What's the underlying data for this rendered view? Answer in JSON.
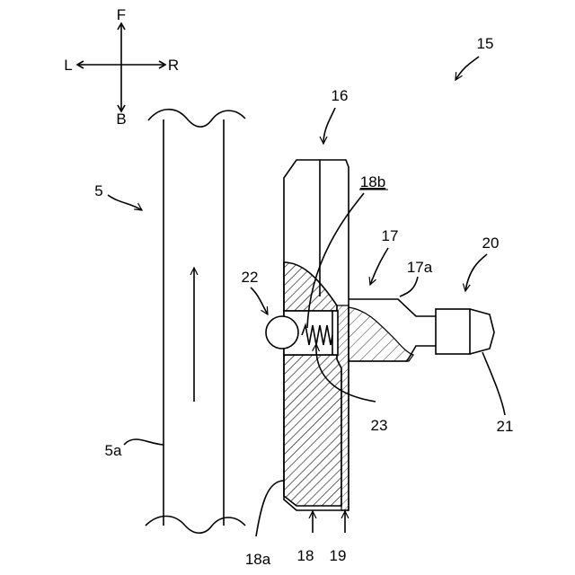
{
  "compass": {
    "front": "F",
    "back": "B",
    "left": "L",
    "right": "R"
  },
  "labels": {
    "assembly": "15",
    "member_16": "16",
    "rail": "5",
    "rail_face": "5a",
    "part_17": "17",
    "part_17a": "17a",
    "part_18": "18",
    "part_18a": "18a",
    "part_18b": "18b",
    "part_19": "19",
    "part_20": "20",
    "part_21": "21",
    "ball_22": "22",
    "spring_23": "23"
  }
}
